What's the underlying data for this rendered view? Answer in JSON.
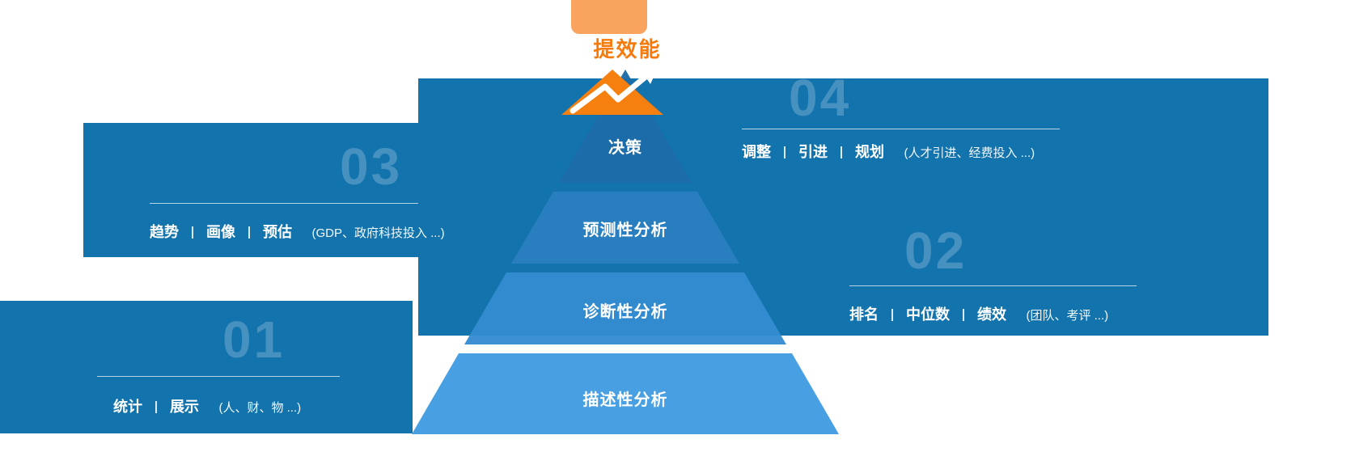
{
  "peak": {
    "title": "提效能",
    "icon": "mountain-arrow-icon"
  },
  "pyramid": {
    "levels": [
      {
        "label": "决策"
      },
      {
        "label": "预测性分析"
      },
      {
        "label": "诊断性分析"
      },
      {
        "label": "描述性分析"
      }
    ]
  },
  "cards": [
    {
      "number": "01",
      "items": [
        "统计",
        "展示"
      ],
      "note": "(人、财、物 ...)"
    },
    {
      "number": "02",
      "items": [
        "排名",
        "中位数",
        "绩效"
      ],
      "note": "(团队、考评 ...)"
    },
    {
      "number": "03",
      "items": [
        "趋势",
        "画像",
        "预估"
      ],
      "note": "(GDP、政府科技投入 ...)"
    },
    {
      "number": "04",
      "items": [
        "调整",
        "引进",
        "规划"
      ],
      "note": "(人才引进、经费投入 ...)"
    }
  ],
  "colors": {
    "card_blue": "#1273ad",
    "pyramid_top_blue": "#1c6ca8",
    "pyramid_bottom_blue": "#419ce2",
    "accent_orange": "#f57b0c",
    "peak_flag_orange": "#f8a45e",
    "text_white": "#ffffff"
  }
}
